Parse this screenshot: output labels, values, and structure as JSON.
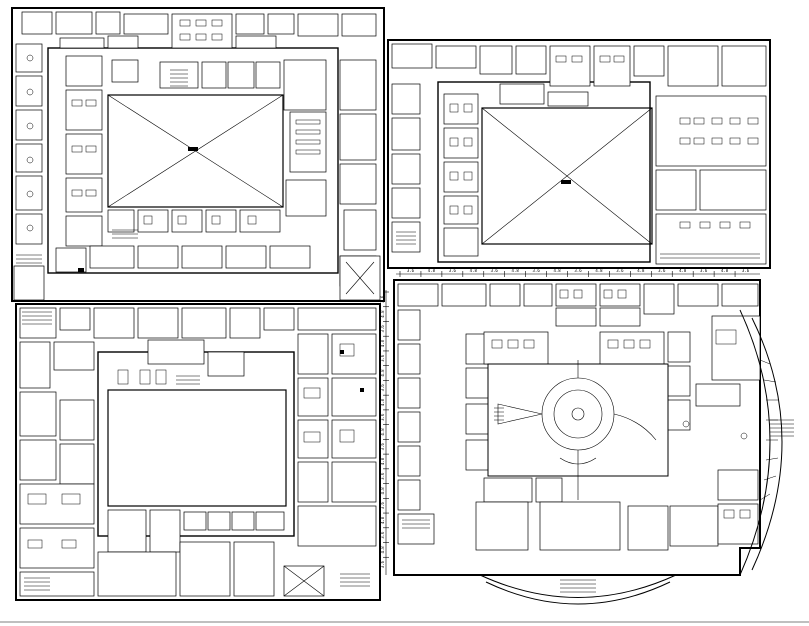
{
  "drawing": {
    "colors": {
      "line": "#000000",
      "paper": "#ffffff"
    },
    "blocks": [
      {
        "id": "block-top-left",
        "courtyard": "empty-courtyard-x"
      },
      {
        "id": "block-top-right",
        "courtyard": "empty-courtyard-x"
      },
      {
        "id": "block-bottom-left",
        "courtyard": "empty-courtyard"
      },
      {
        "id": "block-bottom-right",
        "courtyard": "circular-garden-court"
      }
    ],
    "grid_labels": {
      "top": [
        "3.6",
        "4.8",
        "3.6",
        "4.8",
        "3.6",
        "4.8",
        "3.6",
        "4.8",
        "3.6",
        "4.8",
        "3.6",
        "4.8",
        "3.6",
        "4.8",
        "3.6",
        "4.8",
        "3.6"
      ],
      "left": [
        "3.6",
        "4.8",
        "3.6",
        "4.8",
        "3.6",
        "4.8",
        "3.6",
        "4.8",
        "3.6",
        "4.8",
        "3.6",
        "4.8",
        "3.6",
        "4.8",
        "3.6",
        "4.8",
        "3.6",
        "4.8",
        "3.6"
      ]
    }
  }
}
